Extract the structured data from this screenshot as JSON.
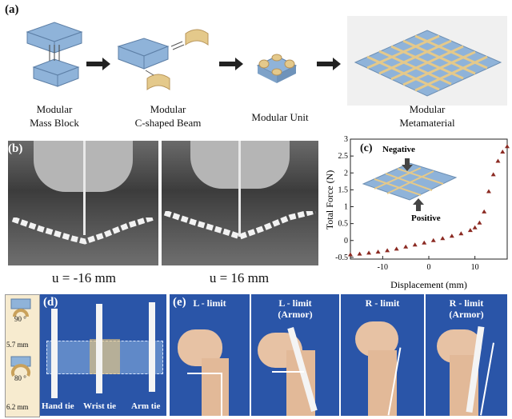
{
  "panel_a": {
    "tag": "(a)",
    "captions": [
      {
        "line1": "Modular",
        "line2": "Mass Block"
      },
      {
        "line1": "Modular",
        "line2": "C-shaped Beam"
      },
      {
        "line1": "Modular Unit",
        "line2": ""
      },
      {
        "line1": "Modular",
        "line2": "Metamaterial"
      }
    ]
  },
  "panel_b": {
    "tag": "(b)",
    "left_label": "u = -16 mm",
    "right_label": "u = 16 mm"
  },
  "panel_c": {
    "tag": "(c)",
    "negative_label": "Negative",
    "positive_label": "Positive"
  },
  "panel_d": {
    "tag": "(d)",
    "angle_top": "90 °",
    "size_top": "5.7 mm",
    "angle_bottom": "80 °",
    "size_bottom": "6.2 mm",
    "labels": [
      "Hand tie",
      "Wrist tie",
      "Arm tie"
    ]
  },
  "panel_e": {
    "tag": "(e)",
    "labels": [
      {
        "line1": "L - limit",
        "line2": ""
      },
      {
        "line1": "L - limit",
        "line2": "(Armor)"
      },
      {
        "line1": "R - limit",
        "line2": ""
      },
      {
        "line1": "R - limit",
        "line2": "(Armor)"
      }
    ]
  },
  "chart_data": {
    "type": "scatter",
    "title": "",
    "xlabel": "Displacement (mm)",
    "ylabel": "Total Force (N)",
    "xlim": [
      -17,
      17
    ],
    "ylim": [
      -0.55,
      3.0
    ],
    "xticks": [
      -10,
      0,
      10
    ],
    "yticks": [
      -0.5,
      0,
      0.5,
      1,
      1.5,
      2,
      2.5,
      3
    ],
    "grid": false,
    "legend": "none",
    "marker_color": "#8b2a22",
    "series": [
      {
        "x": [
          -17,
          -15,
          -13,
          -11,
          -9,
          -7,
          -5,
          -3,
          -1,
          1,
          3,
          5,
          7,
          9,
          10,
          11,
          12,
          13,
          14,
          15,
          16,
          17
        ],
        "y": [
          -0.42,
          -0.4,
          -0.37,
          -0.34,
          -0.3,
          -0.25,
          -0.19,
          -0.13,
          -0.07,
          0.0,
          0.06,
          0.13,
          0.2,
          0.3,
          0.38,
          0.52,
          0.85,
          1.45,
          1.95,
          2.35,
          2.62,
          2.78
        ]
      }
    ]
  }
}
